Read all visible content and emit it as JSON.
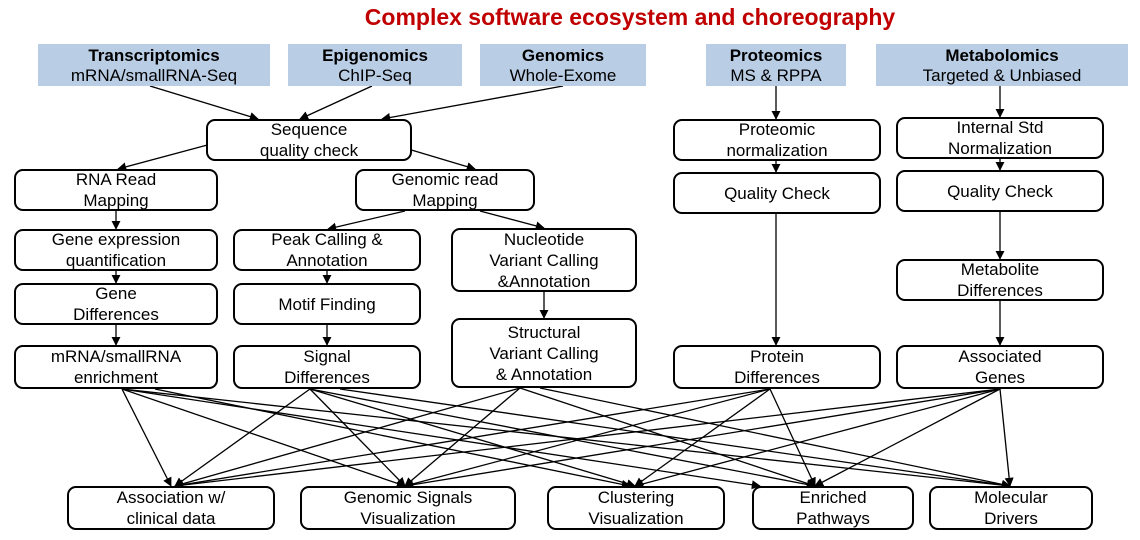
{
  "title": "Complex software ecosystem and choreography",
  "sources": [
    {
      "id": "transcriptomics",
      "heading": "Transcriptomics",
      "sub": "mRNA/smallRNA-Seq"
    },
    {
      "id": "epigenomics",
      "heading": "Epigenomics",
      "sub": "ChIP-Seq"
    },
    {
      "id": "genomics",
      "heading": "Genomics",
      "sub": "Whole-Exome"
    },
    {
      "id": "proteomics",
      "heading": "Proteomics",
      "sub": "MS & RPPA"
    },
    {
      "id": "metabolomics",
      "heading": "Metabolomics",
      "sub": "Targeted & Unbiased"
    }
  ],
  "nodes": [
    {
      "id": "seq-qc",
      "lines": [
        "Sequence",
        "quality check"
      ]
    },
    {
      "id": "rna-map",
      "lines": [
        "RNA Read",
        "Mapping"
      ]
    },
    {
      "id": "genomic-map",
      "lines": [
        "Genomic read",
        "Mapping"
      ]
    },
    {
      "id": "gene-expr",
      "lines": [
        "Gene expression",
        "quantification"
      ]
    },
    {
      "id": "gene-diff",
      "lines": [
        "Gene",
        "Differences"
      ]
    },
    {
      "id": "mrna-enrich",
      "lines": [
        "mRNA/smallRNA",
        "enrichment"
      ]
    },
    {
      "id": "peak-calling",
      "lines": [
        "Peak Calling &",
        "Annotation"
      ]
    },
    {
      "id": "motif",
      "lines": [
        "Motif Finding"
      ]
    },
    {
      "id": "signal-diff",
      "lines": [
        "Signal",
        "Differences"
      ]
    },
    {
      "id": "nuc-variant",
      "lines": [
        "Nucleotide",
        "Variant Calling",
        "&Annotation"
      ]
    },
    {
      "id": "struct-variant",
      "lines": [
        "Structural",
        "Variant Calling",
        "& Annotation"
      ]
    },
    {
      "id": "prot-norm",
      "lines": [
        "Proteomic",
        "normalization"
      ]
    },
    {
      "id": "prot-qc",
      "lines": [
        "Quality Check"
      ]
    },
    {
      "id": "prot-diff",
      "lines": [
        "Protein",
        "Differences"
      ]
    },
    {
      "id": "met-norm",
      "lines": [
        "Internal Std",
        "Normalization"
      ]
    },
    {
      "id": "met-qc",
      "lines": [
        "Quality Check"
      ]
    },
    {
      "id": "met-diff",
      "lines": [
        "Metabolite",
        "Differences"
      ]
    },
    {
      "id": "assoc-genes",
      "lines": [
        "Associated",
        "Genes"
      ]
    },
    {
      "id": "out-clinical",
      "lines": [
        "Association w/",
        "clinical data"
      ]
    },
    {
      "id": "out-genomic-vis",
      "lines": [
        "Genomic Signals",
        "Visualization"
      ]
    },
    {
      "id": "out-cluster",
      "lines": [
        "Clustering",
        "Visualization"
      ]
    },
    {
      "id": "out-pathways",
      "lines": [
        "Enriched",
        "Pathways"
      ]
    },
    {
      "id": "out-drivers",
      "lines": [
        "Molecular",
        "Drivers"
      ]
    }
  ]
}
